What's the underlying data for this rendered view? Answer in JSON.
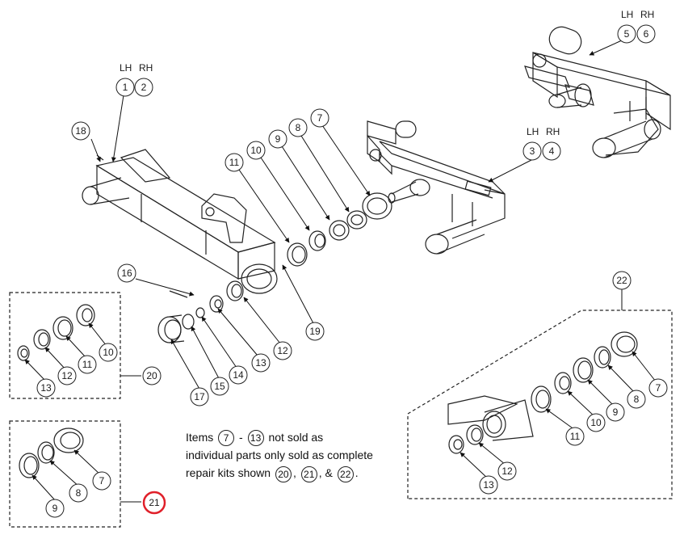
{
  "side_labels": {
    "arm_lh": "LH",
    "arm_rh": "RH",
    "spindle_lh": "LH",
    "spindle_rh": "RH",
    "axle_lh": "LH",
    "axle_rh": "RH"
  },
  "callouts": {
    "c1": "1",
    "c2": "2",
    "c3": "3",
    "c4": "4",
    "c5": "5",
    "c6": "6",
    "c7a": "7",
    "c8a": "8",
    "c9a": "9",
    "c10a": "10",
    "c11a": "11",
    "c12a": "12",
    "c13a": "13",
    "c14": "14",
    "c15": "15",
    "c16": "16",
    "c17": "17",
    "c18": "18",
    "c19": "19",
    "k20_10": "10",
    "k20_11": "11",
    "k20_12": "12",
    "k20_13": "13",
    "k20": "20",
    "k21_7": "7",
    "k21_8": "8",
    "k21_9": "9",
    "k21": "21",
    "k22": "22",
    "k22_7": "7",
    "k22_8": "8",
    "k22_9": "9",
    "k22_10": "10",
    "k22_11": "11",
    "k22_12": "12",
    "k22_13": "13"
  },
  "note": {
    "t1": "Items",
    "n1": "7",
    "t2": "-",
    "n2": "13",
    "t3": "not sold as",
    "line2": "individual parts only sold as complete",
    "t4": "repair kits shown",
    "n3": "20",
    "t5": ",",
    "n4": "21",
    "t6": ", &",
    "n5": "22",
    "t7": "."
  },
  "colors": {
    "line": "#222222",
    "highlight": "#e0202a"
  }
}
